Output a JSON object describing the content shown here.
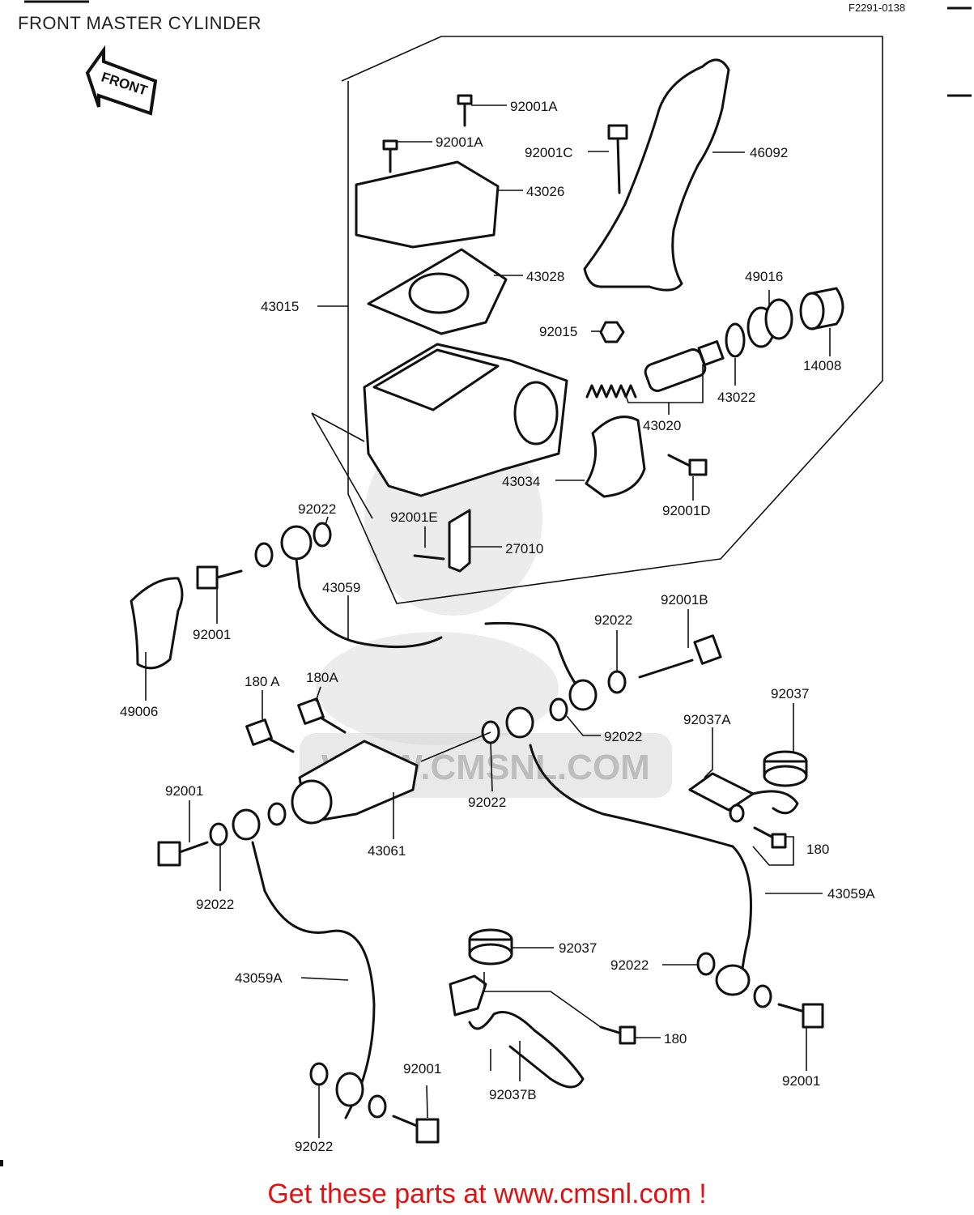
{
  "diagram_title": "FRONT MASTER CYLINDER",
  "diagram_code": "F2291-0138",
  "front_arrow_label": "FRONT",
  "watermark_text": "WWW.CMSNL.COM",
  "footer_text": "Get these parts at www.cmsnl.com !",
  "footer_color": "#e21212",
  "parts": {
    "p92001A_top": "92001A",
    "p92001A_left": "92001A",
    "p92001C": "92001C",
    "p46092": "46092",
    "p43026": "43026",
    "p43028": "43028",
    "p43015": "43015",
    "p49016": "49016",
    "p92015": "92015",
    "p43022": "43022",
    "p14008": "14008",
    "p43020": "43020",
    "p43034": "43034",
    "p92001D": "92001D",
    "p92022_a": "92022",
    "p92001E": "92001E",
    "p27010": "27010",
    "p43059": "43059",
    "p92001_a": "92001",
    "p49006": "49006",
    "p92001B": "92001B",
    "p92022_b": "92022",
    "p180A_a": "180 A",
    "p180A_b": "180A",
    "p92022_c": "92022",
    "p92037_a": "92037",
    "p92037A": "92037A",
    "p92022_d": "92022",
    "p92001_b": "92001",
    "p43061": "43061",
    "p180_a": "180",
    "p92022_e": "92022",
    "p43059A_a": "43059A",
    "p92037_b": "92037",
    "p92022_f": "92022",
    "p43059A_b": "43059A",
    "p180_b": "180",
    "p92001_c": "92001",
    "p92037B": "92037B",
    "p92001_d": "92001",
    "p92022_g": "92022"
  }
}
